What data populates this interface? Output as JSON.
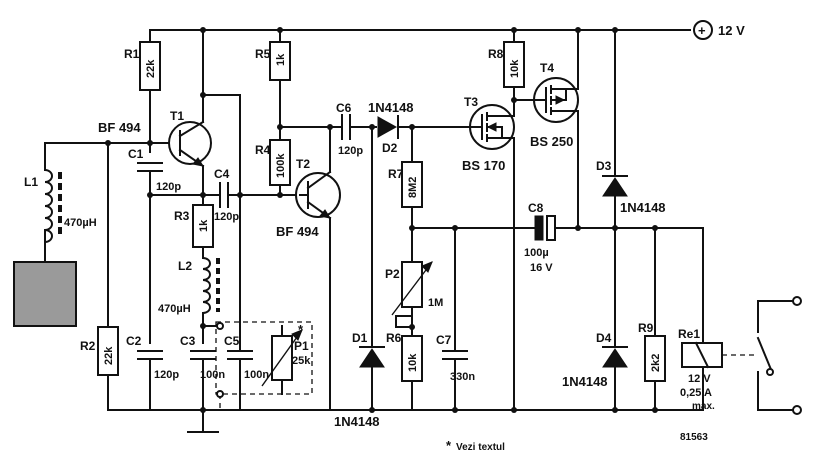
{
  "supply": {
    "label": "12 V",
    "symbol": "+"
  },
  "transistors": {
    "t1": {
      "ref": "T1",
      "type": "BF 494"
    },
    "t2": {
      "ref": "T2",
      "type": "BF 494"
    },
    "t3": {
      "ref": "T3",
      "type": "BS 170"
    },
    "t4": {
      "ref": "T4",
      "type": "BS 250"
    }
  },
  "resistors": {
    "r1": {
      "ref": "R1",
      "value": "22k"
    },
    "r2": {
      "ref": "R2",
      "value": "22k"
    },
    "r3": {
      "ref": "R3",
      "value": "1k"
    },
    "r4": {
      "ref": "R4",
      "value": "100k"
    },
    "r5": {
      "ref": "R5",
      "value": "1k"
    },
    "r6": {
      "ref": "R6",
      "value": "10k"
    },
    "r7": {
      "ref": "R7",
      "value": "8M2"
    },
    "r8": {
      "ref": "R8",
      "value": "10k"
    },
    "r9": {
      "ref": "R9",
      "value": "2k2"
    }
  },
  "capacitors": {
    "c1": {
      "ref": "C1",
      "value": "120p"
    },
    "c2": {
      "ref": "C2",
      "value": "120p"
    },
    "c3": {
      "ref": "C3",
      "value": "100n"
    },
    "c4": {
      "ref": "C4",
      "value": "120p"
    },
    "c5": {
      "ref": "C5",
      "value": "100n"
    },
    "c6": {
      "ref": "C6",
      "value": "120p"
    },
    "c7": {
      "ref": "C7",
      "value": "330n"
    },
    "c8": {
      "ref": "C8",
      "value": "100µ",
      "voltage": "16 V"
    }
  },
  "inductors": {
    "l1": {
      "ref": "L1",
      "value": "470µH"
    },
    "l2": {
      "ref": "L2",
      "value": "470µH"
    }
  },
  "diodes": {
    "d1": {
      "ref": "D1",
      "type": "1N4148"
    },
    "d2": {
      "ref": "D2",
      "type": "1N4148"
    },
    "d3": {
      "ref": "D3",
      "type": "1N4148"
    },
    "d4": {
      "ref": "D4",
      "type": "1N4148"
    }
  },
  "potentiometers": {
    "p1": {
      "ref": "P1",
      "value": "25k",
      "mark": "*"
    },
    "p2": {
      "ref": "P2",
      "value": "1M"
    }
  },
  "relay": {
    "ref": "Re1",
    "voltage": "12 V",
    "current": "0,25 A",
    "note": "max."
  },
  "footnote": {
    "star": "*",
    "text": "Vezi textul"
  },
  "figure_number": "81563"
}
